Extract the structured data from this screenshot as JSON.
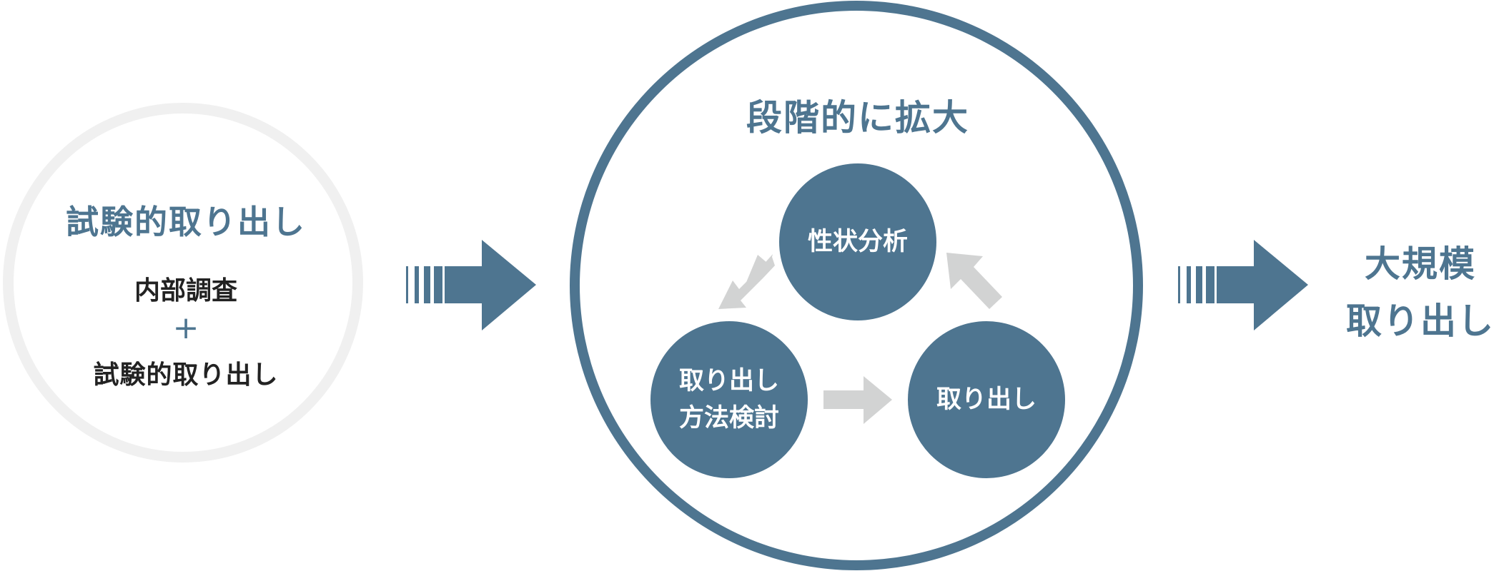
{
  "colors": {
    "primary": "#4e7590",
    "light_ring": "#f0f0f0",
    "cycle_arrow": "#d2d3d3",
    "dark_text": "#222222",
    "node_text": "#ffffff"
  },
  "stage1": {
    "title": "試験的取り出し",
    "line1": "内部調査",
    "plus": "+",
    "line2": "試験的取り出し"
  },
  "stage2": {
    "title": "段階的に拡大",
    "nodes": [
      {
        "id": "top",
        "lines": [
          "性状分析"
        ]
      },
      {
        "id": "left",
        "lines": [
          "取り出し",
          "方法検討"
        ]
      },
      {
        "id": "right",
        "lines": [
          "取り出し"
        ]
      }
    ],
    "cycle_arrows": [
      {
        "from": "性状分析",
        "to": "取り出し方法検討",
        "direction": "down-left"
      },
      {
        "from": "取り出し方法検討",
        "to": "取り出し",
        "direction": "right"
      },
      {
        "from": "取り出し",
        "to": "性状分析",
        "direction": "up-left"
      }
    ]
  },
  "stage3": {
    "line1": "大規模",
    "line2": "取り出し"
  },
  "flow_arrows": [
    {
      "from": "stage1",
      "to": "stage2",
      "icon": "striped-right-arrow-icon"
    },
    {
      "from": "stage2",
      "to": "stage3",
      "icon": "striped-right-arrow-icon"
    }
  ]
}
